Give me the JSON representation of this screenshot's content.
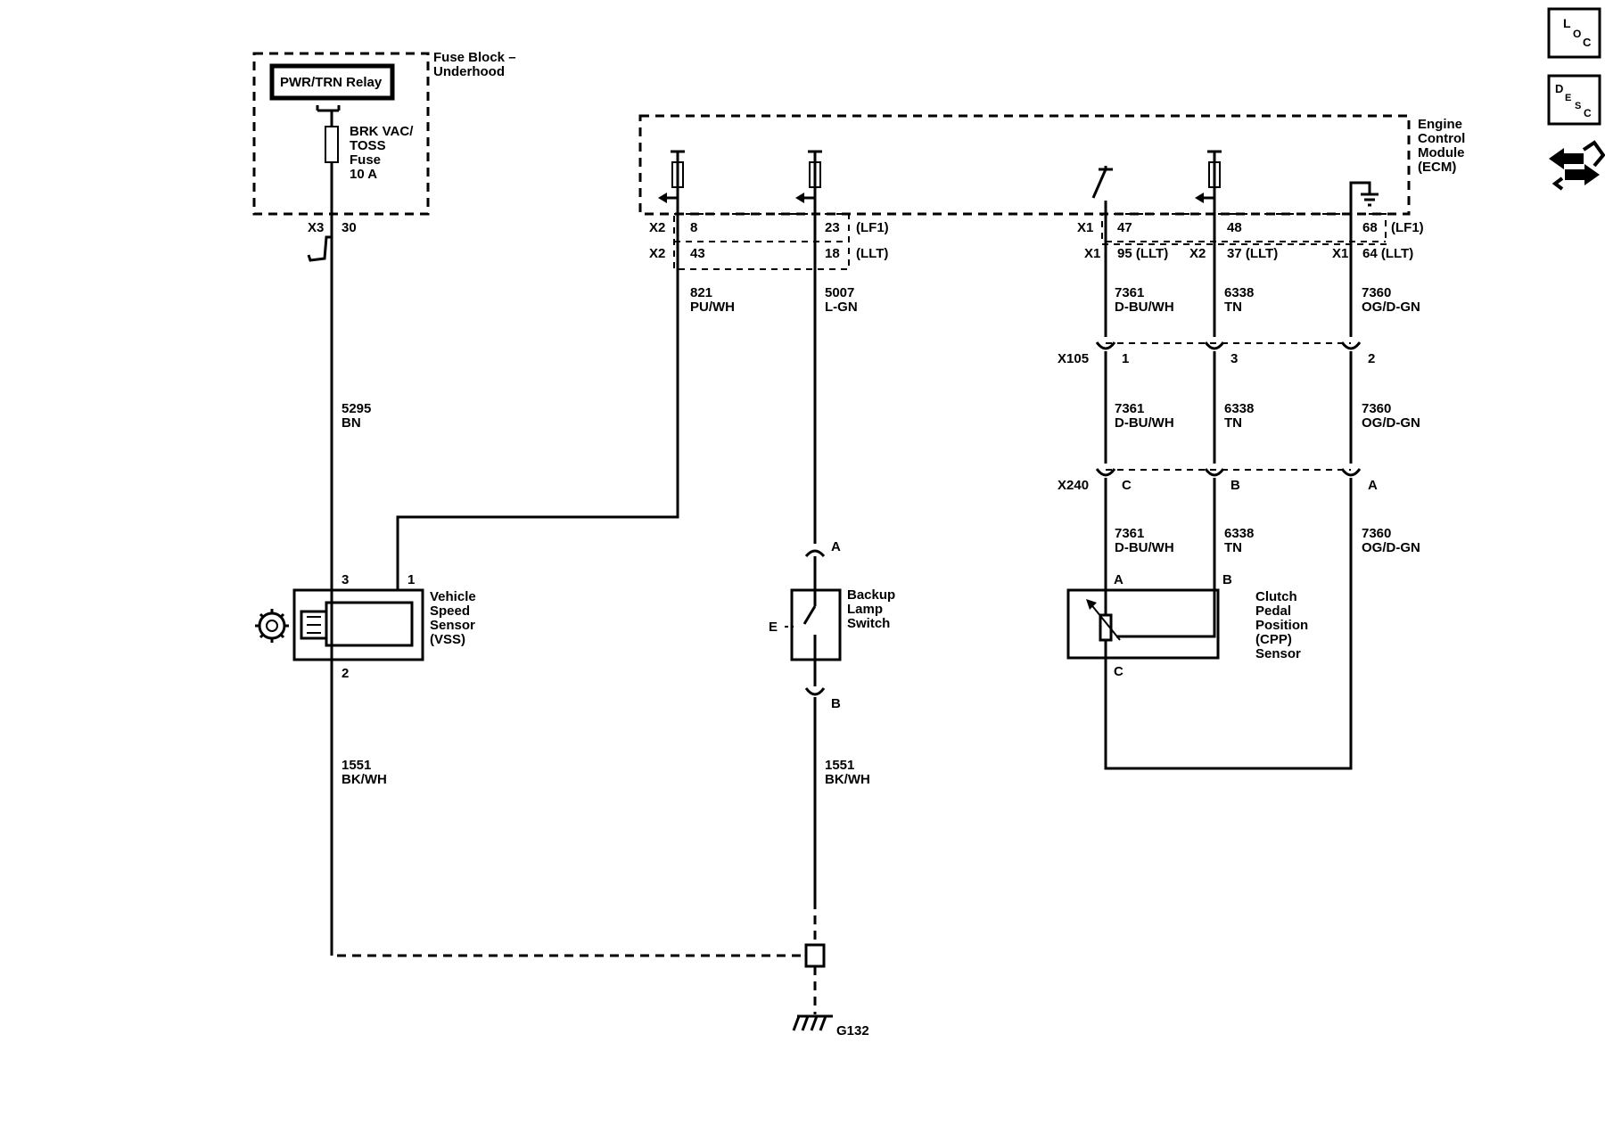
{
  "fuse_block": {
    "title": [
      "Fuse Block –",
      "Underhood"
    ],
    "relay": "PWR/TRN Relay",
    "fuse": [
      "BRK VAC/",
      "TOSS",
      "Fuse",
      "10 A"
    ],
    "connector": "X3",
    "pin": "30"
  },
  "ecm": {
    "title": [
      "Engine",
      "Control",
      "Module",
      "(ECM)"
    ],
    "pins": {
      "p8": "8",
      "p23": "23",
      "p47": "47",
      "p48": "48",
      "p68": "68",
      "p43": "43",
      "p18": "18",
      "p95": "95 (LLT)",
      "p37": "37 (LLT)",
      "p64": "64 (LLT)"
    },
    "conn_x2_a": "X2",
    "conn_x2_b": "X2",
    "conn_x1_a": "X1",
    "conn_x1_b": "X1",
    "conn_x2_c": "X2",
    "conn_x1_c": "X1",
    "lf1_a": "(LF1)",
    "lf1_b": "(LF1)",
    "llt_a": "(LLT)",
    "llt_b": "(LLT)"
  },
  "wires": {
    "w5295": [
      "5295",
      "BN"
    ],
    "w821": [
      "821",
      "PU/WH"
    ],
    "w5007": [
      "5007",
      "L-GN"
    ],
    "w1551a": [
      "1551",
      "BK/WH"
    ],
    "w1551b": [
      "1551",
      "BK/WH"
    ],
    "w7361a": [
      "7361",
      "D-BU/WH"
    ],
    "w7361b": [
      "7361",
      "D-BU/WH"
    ],
    "w7361c": [
      "7361",
      "D-BU/WH"
    ],
    "w6338a": [
      "6338",
      "TN"
    ],
    "w6338b": [
      "6338",
      "TN"
    ],
    "w6338c": [
      "6338",
      "TN"
    ],
    "w7360a": [
      "7360",
      "OG/D-GN"
    ],
    "w7360b": [
      "7360",
      "OG/D-GN"
    ],
    "w7360c": [
      "7360",
      "OG/D-GN"
    ]
  },
  "x105": {
    "name": "X105",
    "pin1": "1",
    "pin3": "3",
    "pin2": "2"
  },
  "x240": {
    "name": "X240",
    "pinC": "C",
    "pinB": "B",
    "pinA": "A"
  },
  "vss": {
    "label": [
      "Vehicle",
      "Speed",
      "Sensor",
      "(VSS)"
    ],
    "pin3": "3",
    "pin1": "1",
    "pin2": "2"
  },
  "backup": {
    "label": [
      "Backup",
      "Lamp",
      "Switch"
    ],
    "pinA": "A",
    "pinB": "B"
  },
  "cpp": {
    "label": [
      "Clutch",
      "Pedal",
      "Position",
      "(CPP)",
      "Sensor"
    ],
    "pinA": "A",
    "pinB": "B",
    "pinC": "C"
  },
  "ground": {
    "name": "G132"
  },
  "nav": {
    "loc": [
      "L",
      "O",
      "C"
    ],
    "desc": [
      "D",
      "E",
      "S",
      "C"
    ],
    "connector_icon": "connector-view-icon"
  }
}
